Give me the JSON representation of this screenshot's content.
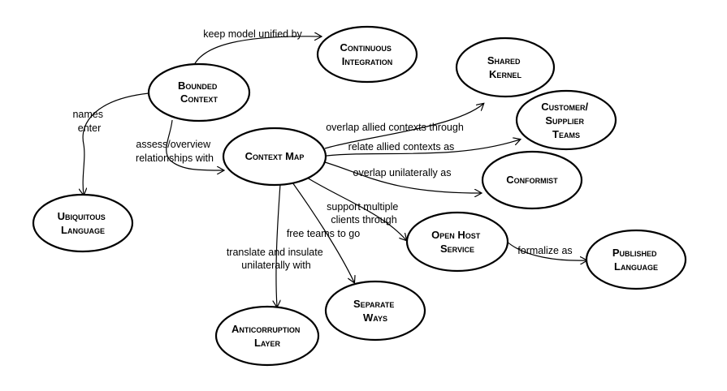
{
  "nodes": {
    "bounded_context": [
      "Bounded",
      "Context"
    ],
    "continuous_integration": [
      "Continuous",
      "Integration"
    ],
    "shared_kernel": [
      "Shared",
      "Kernel"
    ],
    "customer_supplier_teams": [
      "Customer/",
      "Supplier",
      "Teams"
    ],
    "context_map": [
      "Context Map"
    ],
    "conformist": [
      "Conformist"
    ],
    "ubiquitous_language": [
      "Ubiquitous",
      "Language"
    ],
    "open_host_service": [
      "Open Host",
      "Service"
    ],
    "published_language": [
      "Published",
      "Language"
    ],
    "separate_ways": [
      "Separate",
      "Ways"
    ],
    "anticorruption_layer": [
      "Anticorruption",
      "Layer"
    ]
  },
  "edges": {
    "keep_model_unified_by": [
      "keep model unified by"
    ],
    "names_enter": [
      "names",
      "enter"
    ],
    "assess_overview": [
      "assess/overview",
      "relationships with"
    ],
    "overlap_allied": [
      "overlap allied contexts through"
    ],
    "relate_allied": [
      "relate allied contexts as"
    ],
    "overlap_unilaterally": [
      "overlap unilaterally as"
    ],
    "support_multiple_clients": [
      "support multiple",
      "clients through"
    ],
    "formalize_as": [
      "formalize as"
    ],
    "free_teams": [
      "free teams to go"
    ],
    "translate_insulate": [
      "translate and insulate",
      "unilaterally with"
    ]
  }
}
